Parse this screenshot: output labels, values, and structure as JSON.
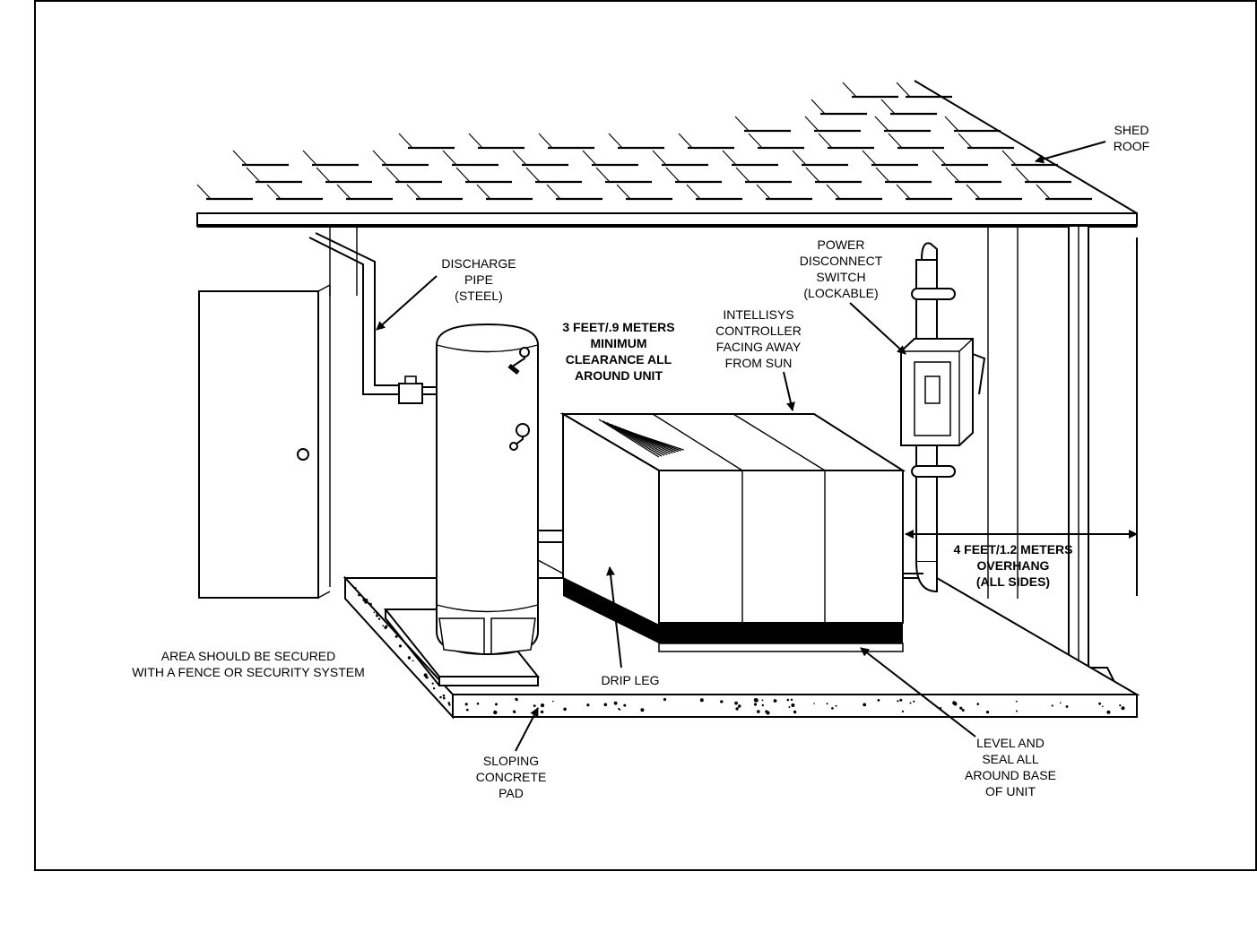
{
  "labels": {
    "shed_roof": [
      "SHED",
      "ROOF"
    ],
    "discharge_pipe": [
      "DISCHARGE",
      "PIPE",
      "(STEEL)"
    ],
    "clearance": [
      "3 FEET/.9 METERS",
      "MINIMUM",
      "CLEARANCE ALL",
      "AROUND UNIT"
    ],
    "controller": [
      "INTELLISYS",
      "CONTROLLER",
      "FACING AWAY",
      "FROM SUN"
    ],
    "power_switch": [
      "POWER",
      "DISCONNECT",
      "SWITCH",
      "(LOCKABLE)"
    ],
    "overhang": [
      "4 FEET/1.2 METERS",
      "OVERHANG",
      "(ALL SIDES)"
    ],
    "secured": [
      "AREA SHOULD BE SECURED",
      "WITH A FENCE OR SECURITY SYSTEM"
    ],
    "drip_leg": [
      "DRIP LEG"
    ],
    "sloping_pad": [
      "SLOPING",
      "CONCRETE",
      "PAD"
    ],
    "level_seal": [
      "LEVEL AND",
      "SEAL ALL",
      "AROUND BASE",
      "OF UNIT"
    ]
  }
}
